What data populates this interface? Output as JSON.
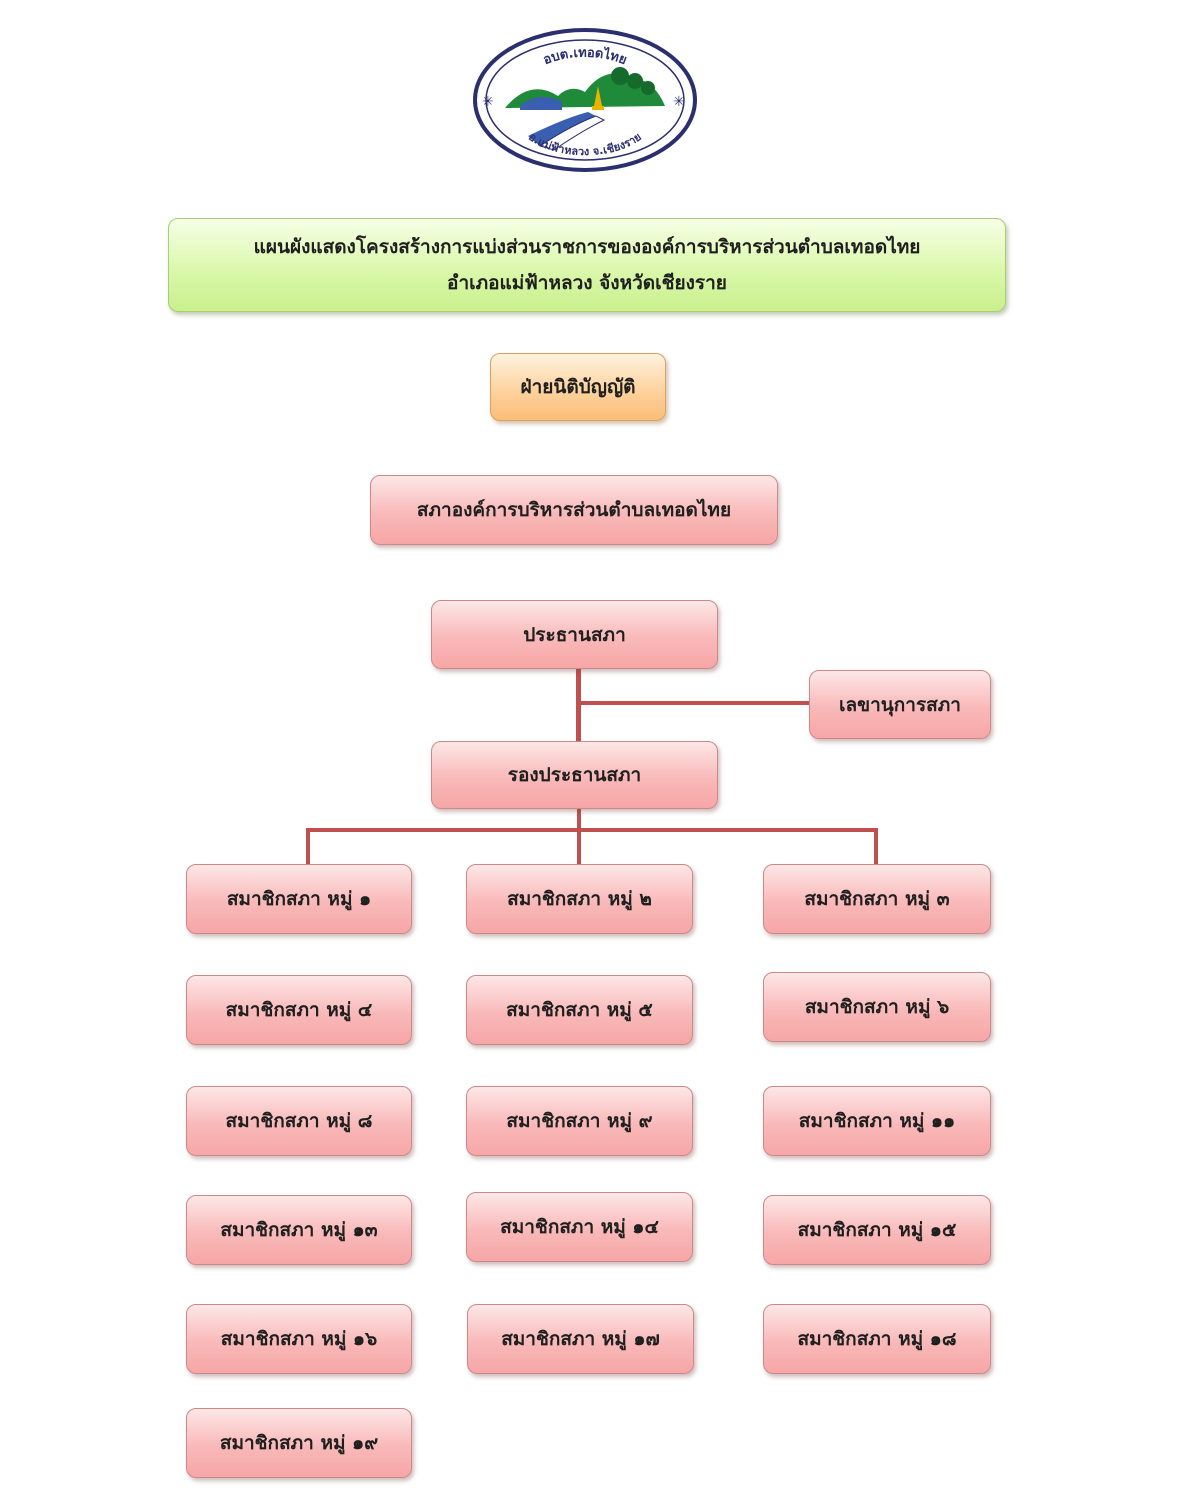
{
  "logo": {
    "top_text": "อบต.เทอดไทย",
    "bottom_text": "อ.แม่ฟ้าหลวง จ.เชียงราย"
  },
  "title": {
    "line1": "แผนผังแสดงโครงสร้างการแบ่งส่วนราชการขององค์การบริหารส่วนตำบลเทอดไทย",
    "line2": "อำเภอแม่ฟ้าหลวง   จังหวัดเชียงราย"
  },
  "branch": "ฝ่ายนิติบัญญัติ",
  "council": "สภาองค์การบริหารส่วนตำบลเทอดไทย",
  "chairman": "ประธานสภา",
  "secretary": "เลขานุการสภา",
  "vice_chairman": "รองประธานสภา",
  "members": [
    "สมาชิกสภา หมู่ ๑",
    "สมาชิกสภา หมู่ ๒",
    "สมาชิกสภา หมู่ ๓",
    "สมาชิกสภา หมู่ ๔",
    "สมาชิกสภา หมู่ ๕",
    "สมาชิกสภา หมู่ ๖",
    "สมาชิกสภา หมู่ ๘",
    "สมาชิกสภา หมู่ ๙",
    "สมาชิกสภา หมู่ ๑๑",
    "สมาชิกสภา หมู่ ๑๓",
    "สมาชิกสภา หมู่ ๑๔",
    "สมาชิกสภา หมู่ ๑๕",
    "สมาชิกสภา หมู่ ๑๖",
    "สมาชิกสภา หมู่ ๑๗",
    "สมาชิกสภา หมู่ ๑๘",
    "สมาชิกสภา หมู่ ๑๙"
  ],
  "colors": {
    "connector": "#c0504d",
    "box_pink": "#f9b9b9",
    "box_green": "#d9f7a8",
    "box_orange": "#fdd09a",
    "logo_ink": "#2b2f6e"
  }
}
